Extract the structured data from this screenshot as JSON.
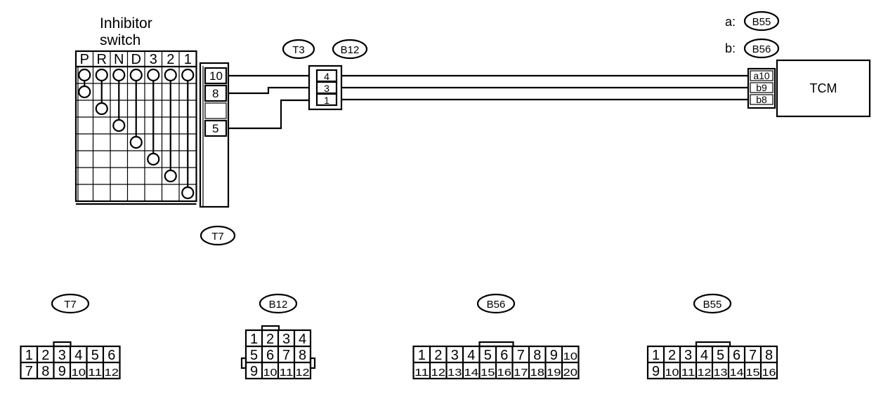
{
  "title": [
    "Inhibitor",
    "switch"
  ],
  "switch_positions": [
    "P",
    "R",
    "N",
    "D",
    "3",
    "2",
    "1"
  ],
  "inhibitor_pins": [
    "10",
    "8",
    "5"
  ],
  "tcm": {
    "label": "TCM",
    "connector_legend": [
      {
        "prefix": "a:",
        "connector": "B55"
      },
      {
        "prefix": "b:",
        "connector": "B56"
      }
    ],
    "pins": [
      "a10",
      "b9",
      "b8"
    ]
  },
  "connectors_top": {
    "inhibitor": "T7",
    "mid_left": "T3",
    "mid_right": "B12"
  },
  "junction_pins": [
    "4",
    "3",
    "1"
  ],
  "connector_faces": [
    {
      "label": "T7",
      "rows": [
        [
          "1",
          "2",
          "3",
          "4",
          "5",
          "6"
        ],
        [
          "7",
          "8",
          "9",
          "10",
          "11",
          "12"
        ]
      ]
    },
    {
      "label": "B12",
      "rows": [
        [
          "1",
          "2",
          "3",
          "4"
        ],
        [
          "5",
          "6",
          "7",
          "8"
        ],
        [
          "9",
          "10",
          "11",
          "12"
        ]
      ]
    },
    {
      "label": "B56",
      "rows": [
        [
          "1",
          "2",
          "3",
          "4",
          "5",
          "6",
          "7",
          "8",
          "9",
          "10"
        ],
        [
          "11",
          "12",
          "13",
          "14",
          "15",
          "16",
          "17",
          "18",
          "19",
          "20"
        ]
      ]
    },
    {
      "label": "B55",
      "rows": [
        [
          "1",
          "2",
          "3",
          "4",
          "5",
          "6",
          "7",
          "8"
        ],
        [
          "9",
          "10",
          "11",
          "12",
          "13",
          "14",
          "15",
          "16"
        ]
      ]
    }
  ]
}
